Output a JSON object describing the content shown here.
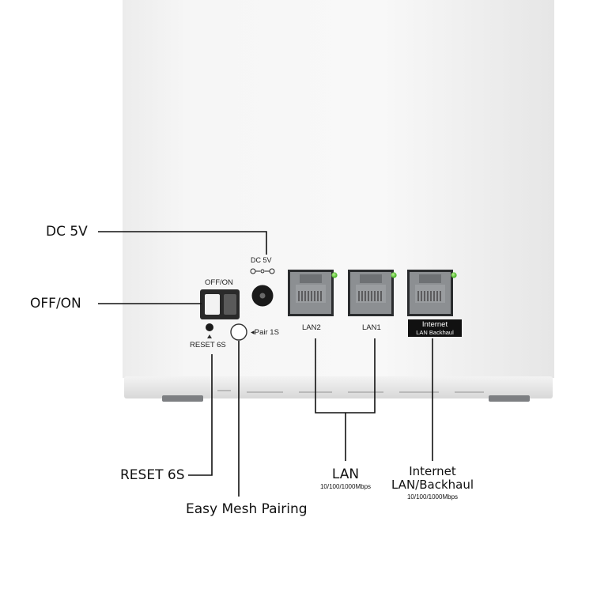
{
  "callouts": {
    "dc": "DC 5V",
    "power": "OFF/ON",
    "reset": "RESET 6S",
    "pairing": "Easy Mesh Pairing",
    "lan": "LAN",
    "lan_speed": "10/100/1000Mbps",
    "internet_line1": "Internet",
    "internet_line2": "LAN/Backhaul",
    "internet_speed": "10/100/1000Mbps"
  },
  "device_labels": {
    "dc": "DC 5V",
    "switch": "OFF/ON",
    "reset": "RESET 6S",
    "pair": "◂Pair 1S",
    "lan2": "LAN2",
    "lan1": "LAN1",
    "wan_line1": "Internet",
    "wan_line2": "LAN Backhaul"
  },
  "colors": {
    "led": "#5ec53a",
    "device_body": "#f4f4f4",
    "port_grey": "#8c8f92"
  }
}
